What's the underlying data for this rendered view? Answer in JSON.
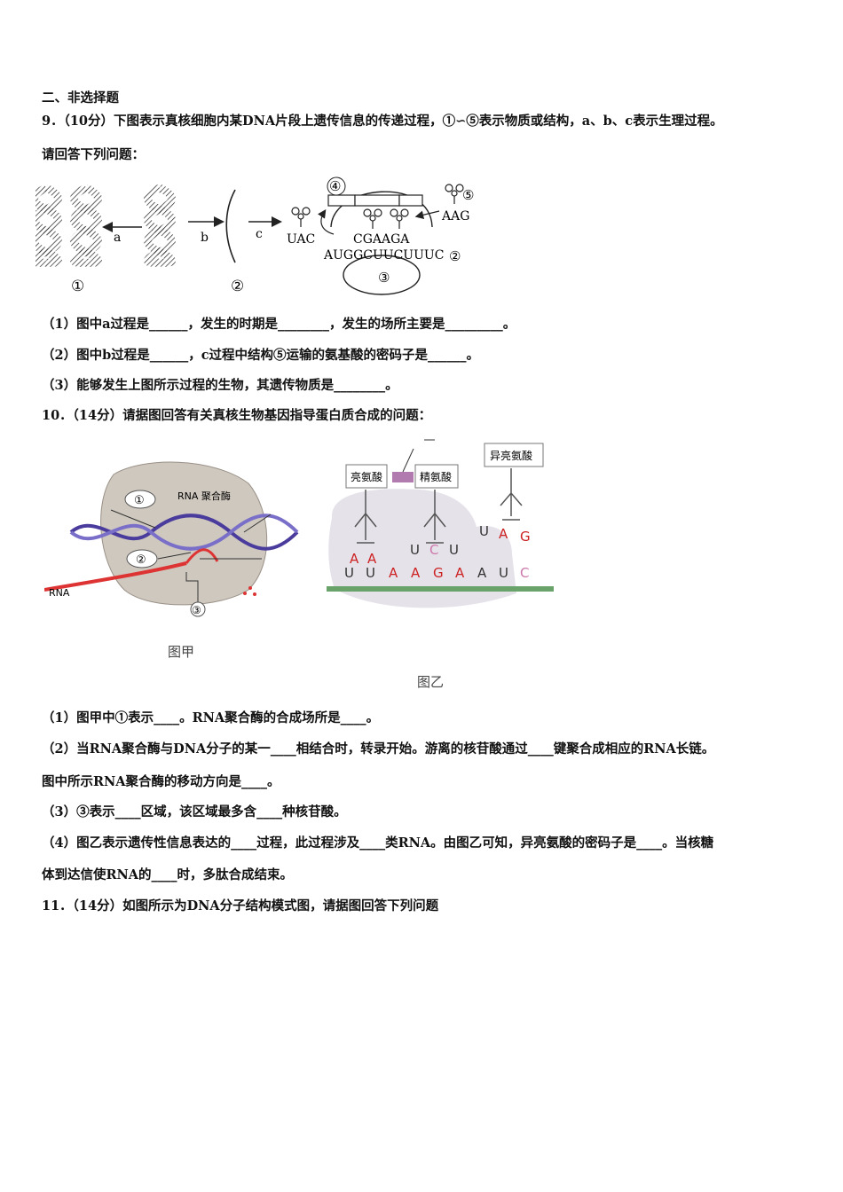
{
  "section_heading": "二、非选择题",
  "q9": {
    "intro": "9．（10分）下图表示真核细胞内某DNA片段上遗传信息的传递过程，①∽⑤表示物质或结构，a、b、c表示生理过程。",
    "intro2": "请回答下列问题：",
    "figure": {
      "labels": {
        "a": "a",
        "b": "b",
        "c": "c",
        "n1": "①",
        "n2": "②",
        "n3": "③",
        "n4": "④",
        "n5": "⑤",
        "uac": "UAC",
        "cga": "CGAAGA",
        "aag": "AAG",
        "mrna": "AUGGCUUCUUUC"
      }
    },
    "sub1": "（1）图中a过程是______，发生的时期是________，发生的场所主要是_________。",
    "sub2": "（2）图中b过程是______，c过程中结构⑤运输的氨基酸的密码子是______。",
    "sub3": "（3）能够发生上图所示过程的生物，其遗传物质是________。"
  },
  "q10": {
    "intro": "10．（14分）请据图回答有关真核生物基因指导蛋白质合成的问题：",
    "fig_jia": {
      "caption": "图甲",
      "enzyme": "RNA 聚合酶",
      "rna": "RNA",
      "n1": "①",
      "n2": "②",
      "n3": "③"
    },
    "fig_yi": {
      "caption": "图乙",
      "leu": "亮氨酸",
      "arg": "精氨酸",
      "ile": "异亮氨酸",
      "trna1": [
        "A",
        "A"
      ],
      "trna2": [
        "U",
        "C",
        "U"
      ],
      "trna3": [
        "U",
        "A",
        "G"
      ],
      "mrna": [
        "U",
        "U",
        "A",
        "A",
        "G",
        "A",
        "A",
        "U",
        "C"
      ]
    },
    "sub1": "（1）图甲中①表示____。RNA聚合酶的合成场所是____。",
    "sub2": "（2）当RNA聚合酶与DNA分子的某一____相结合时，转录开始。游离的核苷酸通过____键聚合成相应的RNA长链。",
    "sub2b": "图中所示RNA聚合酶的移动方向是____。",
    "sub3": "（3）③表示____区域，该区域最多含____种核苷酸。",
    "sub4": "（4）图乙表示遗传性信息表达的____过程，此过程涉及____类RNA。由图乙可知，异亮氨酸的密码子是____。当核糖",
    "sub4b": "体到达信使RNA的____时，多肽合成结束。"
  },
  "q11": {
    "intro": "11．（14分）如图所示为DNA分子结构模式图，请据图回答下列问题"
  }
}
